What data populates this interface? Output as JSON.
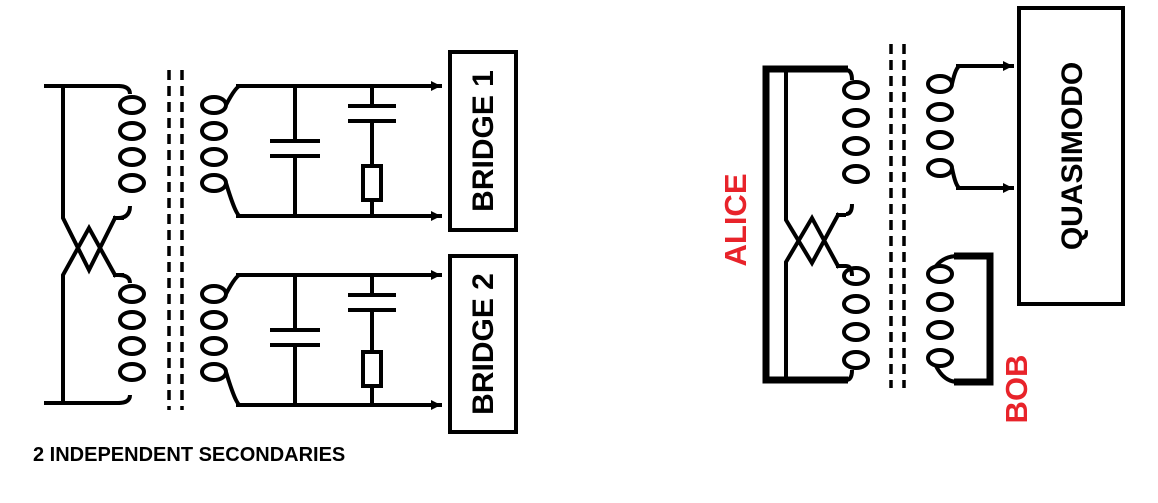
{
  "left_diagram": {
    "bridge1": "BRIDGE 1",
    "bridge2": "BRIDGE 2",
    "caption": "2 INDEPENDENT SECONDARIES"
  },
  "right_diagram": {
    "load": "QUASIMODO",
    "primary": "ALICE",
    "secondary": "BOB"
  },
  "colors": {
    "line": "#000000",
    "accent": "#e8232a"
  }
}
